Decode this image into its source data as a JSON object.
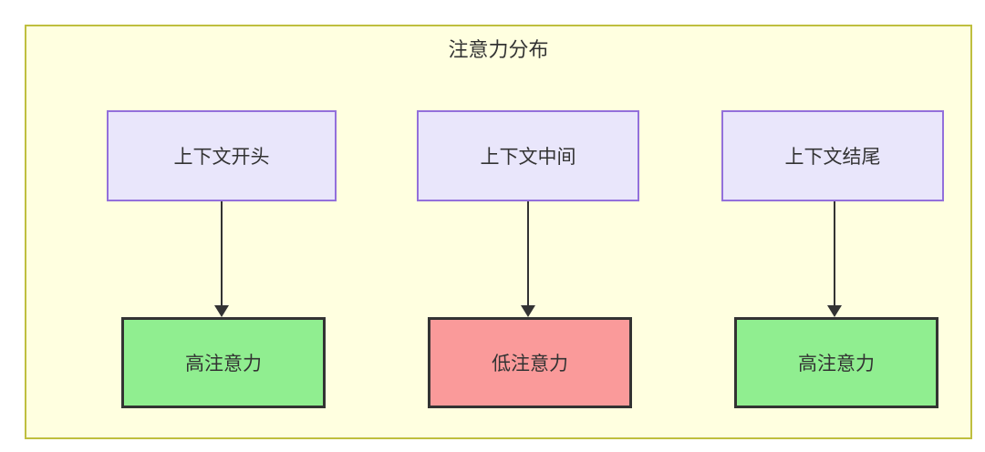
{
  "diagram": {
    "title": "注意力分布",
    "colors": {
      "container_background": "#ffffe0",
      "container_border": "#bfbf3f",
      "top_node_background": "#e9e6fb",
      "top_node_border": "#9370db",
      "high_attention_background": "#90ee90",
      "low_attention_background": "#fa9a9a",
      "node_border_dark": "#333333",
      "edge": "#333333",
      "text": "#333333"
    },
    "top_nodes": [
      {
        "label": "上下文开头"
      },
      {
        "label": "上下文中间"
      },
      {
        "label": "上下文结尾"
      }
    ],
    "bottom_nodes": [
      {
        "label": "高注意力",
        "level": "high"
      },
      {
        "label": "低注意力",
        "level": "low"
      },
      {
        "label": "高注意力",
        "level": "high"
      }
    ],
    "edges": [
      {
        "from": "上下文开头",
        "to": "高注意力",
        "arrow": "down-arrow-icon"
      },
      {
        "from": "上下文中间",
        "to": "低注意力",
        "arrow": "down-arrow-icon"
      },
      {
        "from": "上下文结尾",
        "to": "高注意力",
        "arrow": "down-arrow-icon"
      }
    ]
  }
}
